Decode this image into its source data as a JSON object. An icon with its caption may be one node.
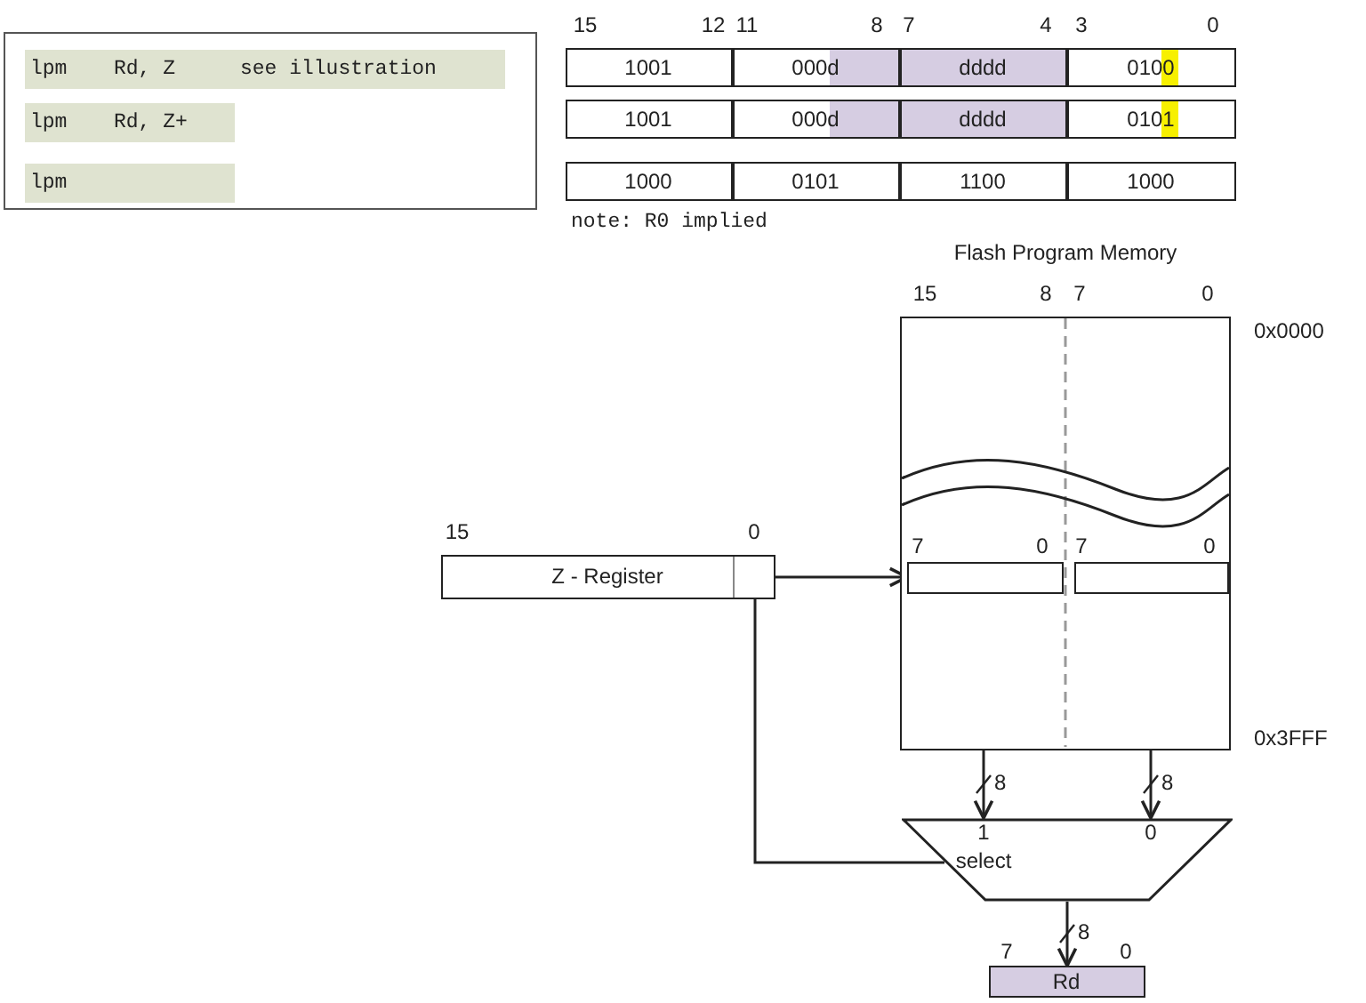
{
  "diagram": {
    "nodes": [
      {
        "text": [],
        "shape": "box"
      },
      {
        "text": [
          "lpm",
          "Rd, Z",
          "see illustration"
        ],
        "in": 0
      },
      {
        "text": [
          "lpm",
          "Rd, Z+"
        ],
        "in": 0
      },
      {
        "text": [
          "lpm"
        ],
        "in": 0
      },
      {
        "text": [
          "1001"
        ]
      },
      {
        "text": [
          "000d"
        ]
      },
      {
        "text": [
          "dddd"
        ]
      },
      {
        "text": [
          "0100"
        ]
      },
      {
        "text": [
          "1001"
        ]
      },
      {
        "text": [
          "000d"
        ]
      },
      {
        "text": [
          "dddd"
        ]
      },
      {
        "text": [
          "0101"
        ]
      },
      {
        "text": [
          "1000"
        ]
      },
      {
        "text": [
          "0101"
        ]
      },
      {
        "text": [
          "1100"
        ]
      },
      {
        "text": [
          "1000"
        ]
      },
      {
        "text": [
          "Flash Program Memory"
        ],
        "beside": [
          "0x0000",
          "0x3FFF"
        ]
      },
      {
        "text": [],
        "shape": "box",
        "in": 16
      },
      {
        "text": [],
        "shape": "box",
        "in": 16
      },
      {
        "text": [
          "Z - Register"
        ]
      },
      {
        "text": [],
        "shape": "box",
        "in": 19
      },
      {
        "text": [
          "1",
          "0",
          "select"
        ]
      },
      {
        "text": [
          "Rd"
        ]
      }
    ],
    "edges": [
      {
        "from": 19,
        "to": 17,
        "arrow": "to"
      },
      {
        "from": 20,
        "to": 21,
        "arrow": "none"
      },
      {
        "from": 16,
        "to": 21,
        "arrow": "to",
        "label": "8"
      },
      {
        "from": 16,
        "to": 21,
        "arrow": "to",
        "label": "8"
      },
      {
        "from": 21,
        "to": 22,
        "arrow": "to",
        "label": "8"
      }
    ],
    "labels": [
      "15",
      "12",
      "11",
      "8",
      "7",
      "4",
      "3",
      "0",
      "note: R0 implied",
      "15",
      "8",
      "7",
      "0",
      "15",
      "0",
      "7",
      "0",
      "7",
      "0",
      "7",
      "0"
    ]
  }
}
